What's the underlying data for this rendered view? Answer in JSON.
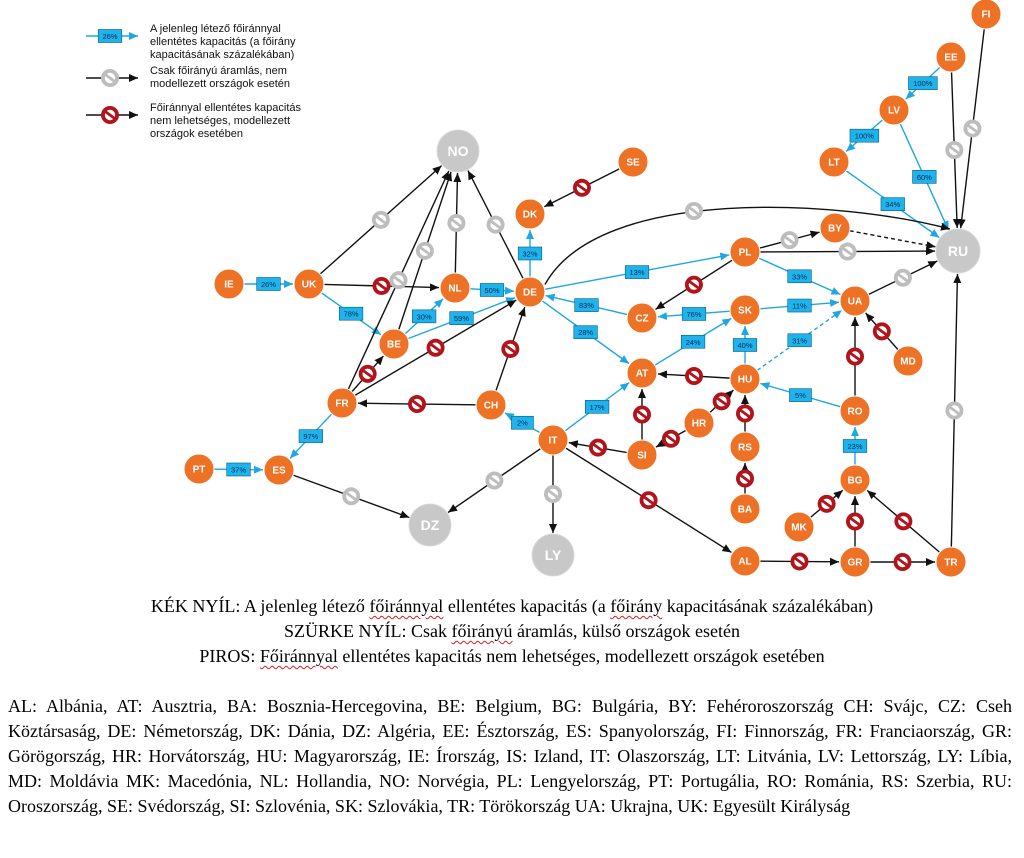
{
  "legend": [
    {
      "kind": "blue",
      "sample": "26%",
      "text": [
        "A jelenleg létező főiránnyal",
        "ellentétes kapacitás (a főirány",
        "kapacitásának százalékában)"
      ]
    },
    {
      "kind": "gray",
      "text": [
        "Csak főirányú áramlás, nem",
        "modellezett országok esetén"
      ]
    },
    {
      "kind": "red",
      "text": [
        "Főiránnyal ellentétes kapacitás",
        "nem lehetséges, modellezett",
        "országok esetében"
      ]
    }
  ],
  "nodes": [
    {
      "id": "FI",
      "label": "FI",
      "type": "modeled"
    },
    {
      "id": "EE",
      "label": "EE",
      "type": "modeled"
    },
    {
      "id": "LV",
      "label": "LV",
      "type": "modeled"
    },
    {
      "id": "LT",
      "label": "LT",
      "type": "modeled"
    },
    {
      "id": "NO",
      "label": "NO",
      "type": "external"
    },
    {
      "id": "SE",
      "label": "SE",
      "type": "modeled"
    },
    {
      "id": "DK",
      "label": "DK",
      "type": "modeled"
    },
    {
      "id": "BY",
      "label": "BY",
      "type": "modeled"
    },
    {
      "id": "RU",
      "label": "RU",
      "type": "external"
    },
    {
      "id": "IE",
      "label": "IE",
      "type": "modeled"
    },
    {
      "id": "UK",
      "label": "UK",
      "type": "modeled"
    },
    {
      "id": "NL",
      "label": "NL",
      "type": "modeled"
    },
    {
      "id": "DE",
      "label": "DE",
      "type": "modeled"
    },
    {
      "id": "PL",
      "label": "PL",
      "type": "modeled"
    },
    {
      "id": "UA",
      "label": "UA",
      "type": "modeled"
    },
    {
      "id": "BE",
      "label": "BE",
      "type": "modeled"
    },
    {
      "id": "CZ",
      "label": "CZ",
      "type": "modeled"
    },
    {
      "id": "SK",
      "label": "SK",
      "type": "modeled"
    },
    {
      "id": "MD",
      "label": "MD",
      "type": "modeled"
    },
    {
      "id": "AT",
      "label": "AT",
      "type": "modeled"
    },
    {
      "id": "HU",
      "label": "HU",
      "type": "modeled"
    },
    {
      "id": "FR",
      "label": "FR",
      "type": "modeled"
    },
    {
      "id": "CH",
      "label": "CH",
      "type": "modeled"
    },
    {
      "id": "HR",
      "label": "HR",
      "type": "modeled"
    },
    {
      "id": "RO",
      "label": "RO",
      "type": "modeled"
    },
    {
      "id": "IT",
      "label": "IT",
      "type": "modeled"
    },
    {
      "id": "SI",
      "label": "SI",
      "type": "modeled"
    },
    {
      "id": "RS",
      "label": "RS",
      "type": "modeled"
    },
    {
      "id": "PT",
      "label": "PT",
      "type": "modeled"
    },
    {
      "id": "ES",
      "label": "ES",
      "type": "modeled"
    },
    {
      "id": "BG",
      "label": "BG",
      "type": "modeled"
    },
    {
      "id": "DZ",
      "label": "DZ",
      "type": "external"
    },
    {
      "id": "LY",
      "label": "LY",
      "type": "external"
    },
    {
      "id": "BA",
      "label": "BA",
      "type": "modeled"
    },
    {
      "id": "MK",
      "label": "MK",
      "type": "modeled"
    },
    {
      "id": "AL",
      "label": "AL",
      "type": "modeled"
    },
    {
      "id": "GR",
      "label": "GR",
      "type": "modeled"
    },
    {
      "id": "TR",
      "label": "TR",
      "type": "modeled"
    }
  ],
  "edges": [
    {
      "from": "IE",
      "to": "UK",
      "kind": "blue",
      "pct": "26%"
    },
    {
      "from": "UK",
      "to": "BE",
      "kind": "blue",
      "pct": "78%"
    },
    {
      "from": "BE",
      "to": "NL",
      "kind": "blue",
      "pct": "30%"
    },
    {
      "from": "BE",
      "to": "DE",
      "kind": "blue",
      "pct": "59%"
    },
    {
      "from": "NL",
      "to": "DE",
      "kind": "blue",
      "pct": "50%"
    },
    {
      "from": "DE",
      "to": "DK",
      "kind": "blue",
      "pct": "32%"
    },
    {
      "from": "DE",
      "to": "PL",
      "kind": "blue",
      "pct": "13%"
    },
    {
      "from": "SK",
      "to": "CZ",
      "kind": "blue",
      "pct": "76%"
    },
    {
      "from": "CZ",
      "to": "DE",
      "kind": "blue",
      "pct": "83%"
    },
    {
      "from": "DE",
      "to": "AT",
      "kind": "blue",
      "pct": "28%"
    },
    {
      "from": "AT",
      "to": "SK",
      "kind": "blue",
      "pct": "24%"
    },
    {
      "from": "HU",
      "to": "SK",
      "kind": "blue",
      "pct": "40%"
    },
    {
      "from": "SK",
      "to": "UA",
      "kind": "blue",
      "pct": "11%"
    },
    {
      "from": "PL",
      "to": "UA",
      "kind": "blue",
      "pct": "33%"
    },
    {
      "from": "RO",
      "to": "HU",
      "kind": "blue",
      "pct": "5%"
    },
    {
      "from": "IT",
      "to": "AT",
      "kind": "blue",
      "pct": "17%"
    },
    {
      "from": "IT",
      "to": "CH",
      "kind": "blue",
      "pct": "2%"
    },
    {
      "from": "FR",
      "to": "ES",
      "kind": "blue",
      "pct": "97%"
    },
    {
      "from": "PT",
      "to": "ES",
      "kind": "blue",
      "pct": "37%"
    },
    {
      "from": "BG",
      "to": "RO",
      "kind": "blue",
      "pct": "23%"
    },
    {
      "from": "EE",
      "to": "LV",
      "kind": "blue",
      "pct": "100%"
    },
    {
      "from": "LV",
      "to": "LT",
      "kind": "blue",
      "pct": "100%"
    },
    {
      "from": "LV",
      "to": "RU",
      "kind": "blue",
      "pct": "60%"
    },
    {
      "from": "LT",
      "to": "RU",
      "kind": "blue",
      "pct": "34%"
    },
    {
      "from": "HU",
      "to": "UA",
      "kind": "blue-dashed",
      "pct": "31%"
    },
    {
      "from": "UK",
      "to": "NO",
      "kind": "gray"
    },
    {
      "from": "FR",
      "to": "NO",
      "kind": "gray"
    },
    {
      "from": "BE",
      "to": "NO",
      "kind": "gray"
    },
    {
      "from": "NL",
      "to": "NO",
      "kind": "gray"
    },
    {
      "from": "DE",
      "to": "NO",
      "kind": "gray"
    },
    {
      "from": "DE",
      "to": "RU",
      "kind": "gray-curve"
    },
    {
      "from": "PL",
      "to": "RU",
      "kind": "gray"
    },
    {
      "from": "UA",
      "to": "RU",
      "kind": "gray"
    },
    {
      "from": "EE",
      "to": "RU",
      "kind": "gray"
    },
    {
      "from": "FI",
      "to": "RU",
      "kind": "gray"
    },
    {
      "from": "PL",
      "to": "BY",
      "kind": "gray"
    },
    {
      "from": "BY",
      "to": "RU",
      "kind": "plain-dashed"
    },
    {
      "from": "TR",
      "to": "RU",
      "kind": "gray"
    },
    {
      "from": "ES",
      "to": "DZ",
      "kind": "gray"
    },
    {
      "from": "IT",
      "to": "DZ",
      "kind": "gray"
    },
    {
      "from": "IT",
      "to": "LY",
      "kind": "gray"
    },
    {
      "from": "SE",
      "to": "DK",
      "kind": "red"
    },
    {
      "from": "UK",
      "to": "NL",
      "kind": "red"
    },
    {
      "from": "FR",
      "to": "BE",
      "kind": "red"
    },
    {
      "from": "FR",
      "to": "DE",
      "kind": "red"
    },
    {
      "from": "CH",
      "to": "DE",
      "kind": "red"
    },
    {
      "from": "PL",
      "to": "CZ",
      "kind": "red"
    },
    {
      "from": "CH",
      "to": "FR",
      "kind": "red"
    },
    {
      "from": "HU",
      "to": "AT",
      "kind": "red"
    },
    {
      "from": "SI",
      "to": "AT",
      "kind": "red"
    },
    {
      "from": "HR",
      "to": "HU",
      "kind": "red"
    },
    {
      "from": "HR",
      "to": "SI",
      "kind": "red"
    },
    {
      "from": "SI",
      "to": "IT",
      "kind": "red"
    },
    {
      "from": "RS",
      "to": "HU",
      "kind": "red"
    },
    {
      "from": "BA",
      "to": "RS",
      "kind": "red"
    },
    {
      "from": "RO",
      "to": "UA",
      "kind": "red"
    },
    {
      "from": "MD",
      "to": "UA",
      "kind": "red"
    },
    {
      "from": "MK",
      "to": "BG",
      "kind": "red"
    },
    {
      "from": "GR",
      "to": "BG",
      "kind": "red"
    },
    {
      "from": "TR",
      "to": "BG",
      "kind": "red"
    },
    {
      "from": "IT",
      "to": "AL",
      "kind": "red"
    },
    {
      "from": "AL",
      "to": "GR",
      "kind": "red"
    },
    {
      "from": "GR",
      "to": "TR",
      "kind": "red"
    }
  ],
  "captions": {
    "line1": {
      "a": "KÉK NYÍL: A jelenleg létező ",
      "b": "főiránnyal",
      "c": " ellentétes kapacitás (a ",
      "d": "főirány",
      "e": " kapacitásának százalékában)"
    },
    "line2": {
      "a": "SZÜRKE NYÍL: Csak ",
      "b": "főirányú",
      "c": " áramlás, külső országok esetén"
    },
    "line3": {
      "a": "PIROS: ",
      "b": "Főiránnyal",
      "c": " ellentétes kapacitás nem lehetséges, modellezett országok esetében"
    }
  },
  "abbreviations": "AL: Albánia, AT: Ausztria, BA: Bosznia-Hercegovina, BE: Belgium, BG: Bulgária, BY: Fehéroroszország CH: Svájc, CZ: Cseh Köztársaság, DE: Németország, DK: Dánia, DZ: Algéria, EE: Észtország, ES: Spanyolország, FI: Finnország, FR: Franciaország, GR: Görögország, HR: Horvátország, HU: Magyarország, IE: Írország, IS: Izland, IT: Olaszország, LT: Litvánia, LV: Lettország, LY: Líbia, MD: Moldávia MK: Macedónia, NL: Hollandia, NO: Norvégia, PL: Lengyelország, PT: Portugália, RO: Románia, RS: Szerbia, RU: Oroszország, SE: Svédország, SI: Szlovénia, SK: Szlovákia, TR: Törökország UA: Ukrajna, UK: Egyesült Királyság",
  "colors": {
    "modeled_node": "#ee7226",
    "external_node": "#c8c8c8",
    "blue_arrow": "#1ea7e0",
    "pct_box": "#1eb3ea",
    "black_arrow": "#111111",
    "red_symbol": "#b1141b",
    "gray_symbol": "#bdbdbd"
  }
}
